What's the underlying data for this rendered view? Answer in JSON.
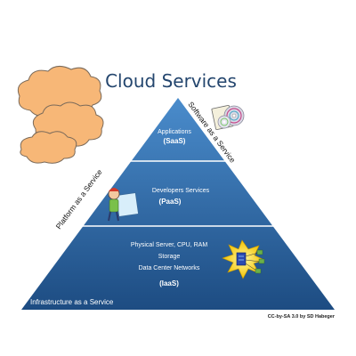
{
  "title": "Cloud Services",
  "layers": {
    "saas": {
      "label": "Applications",
      "abbr": "(SaaS)"
    },
    "paas": {
      "label": "Developers Services",
      "abbr": "(PaaS)"
    },
    "iaas": {
      "label_line1": "Physical Server, CPU, RAM",
      "label_line2": "Storage",
      "label_line3": "Data Center Networks",
      "abbr": "(IaaS)"
    }
  },
  "side_labels": {
    "software": "Software as a Service",
    "platform": "Platform as a Service",
    "infrastructure": "Infrastructure as a Service"
  },
  "credit": "CC-by-SA 3.0 by SD Habeger",
  "colors": {
    "pyramid_top": "#3f7fbf",
    "pyramid_bottom": "#1e4f86",
    "divider": "#ffffff",
    "cloud_fill": "#f7b777",
    "cloud_stroke": "#7a6a5a",
    "title": "#24466e"
  },
  "icons": [
    "cloud-icon",
    "cd-software-icon",
    "developer-person-icon",
    "server-network-icon"
  ]
}
